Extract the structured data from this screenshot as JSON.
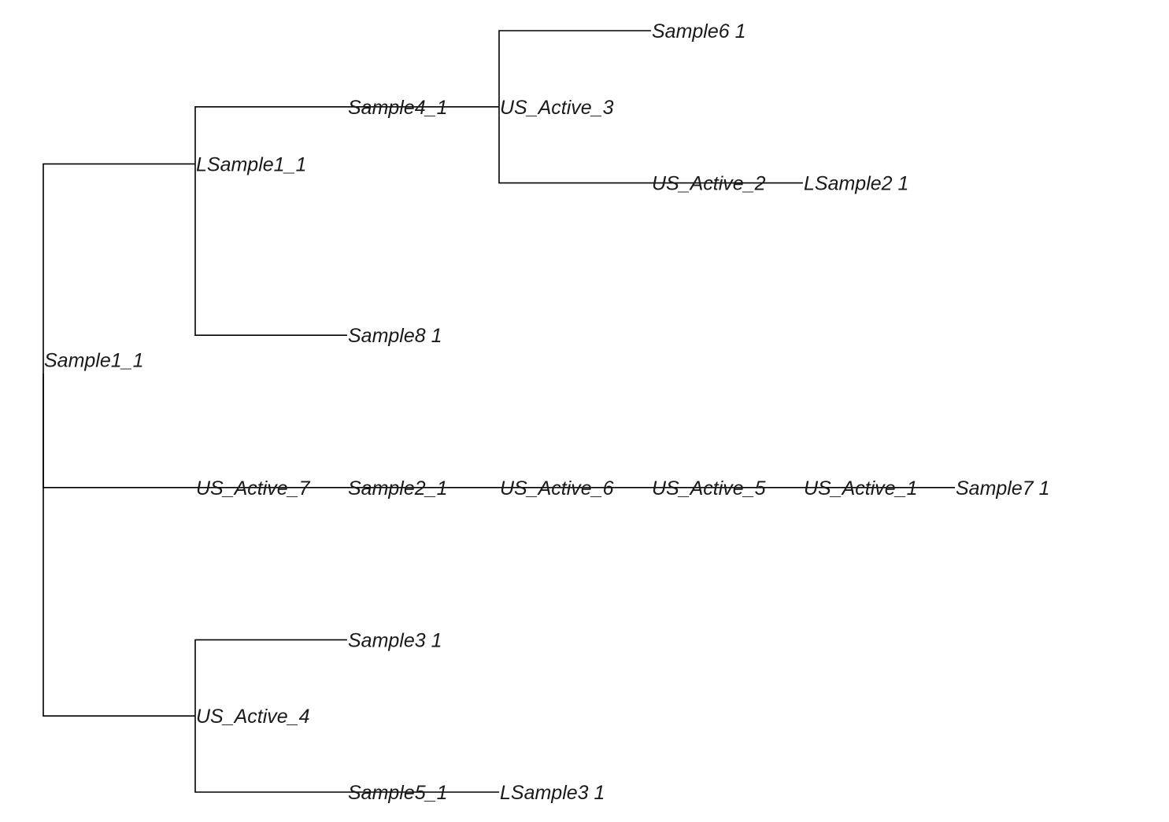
{
  "colors": {
    "line": "#000000",
    "text": "#1a1a1a",
    "background": "#ffffff"
  },
  "tree": {
    "nodes": [
      {
        "id": "n0",
        "label": "Sample1_1",
        "depth": 0,
        "leaf_pos": 4.5,
        "parent": null
      },
      {
        "id": "n1",
        "label": "LSample1_1",
        "depth": 1,
        "leaf_pos": 1.75,
        "parent": "n0"
      },
      {
        "id": "n2",
        "label": "Sample4_1",
        "depth": 2,
        "leaf_pos": 1.0,
        "parent": "n1"
      },
      {
        "id": "n3",
        "label": "US_Active_3",
        "depth": 3,
        "leaf_pos": 1.0,
        "parent": "n2"
      },
      {
        "id": "n4",
        "label": "Sample6 1",
        "depth": 4,
        "leaf_pos": 0.0,
        "parent": "n3"
      },
      {
        "id": "n5",
        "label": "US_Active_2",
        "depth": 4,
        "leaf_pos": 2.0,
        "parent": "n3"
      },
      {
        "id": "n6",
        "label": "LSample2 1",
        "depth": 5,
        "leaf_pos": 2.0,
        "parent": "n5"
      },
      {
        "id": "n7",
        "label": "Sample8 1",
        "depth": 2,
        "leaf_pos": 4.0,
        "parent": "n1"
      },
      {
        "id": "n8",
        "label": "US_Active_7",
        "depth": 1,
        "leaf_pos": 6.0,
        "parent": "n0"
      },
      {
        "id": "n9",
        "label": "Sample2_1",
        "depth": 2,
        "leaf_pos": 6.0,
        "parent": "n8"
      },
      {
        "id": "n10",
        "label": "US_Active_6",
        "depth": 3,
        "leaf_pos": 6.0,
        "parent": "n9"
      },
      {
        "id": "n11",
        "label": "US_Active_5",
        "depth": 4,
        "leaf_pos": 6.0,
        "parent": "n10"
      },
      {
        "id": "n12",
        "label": "US_Active_1",
        "depth": 5,
        "leaf_pos": 6.0,
        "parent": "n11"
      },
      {
        "id": "n13",
        "label": "Sample7 1",
        "depth": 6,
        "leaf_pos": 6.0,
        "parent": "n12"
      },
      {
        "id": "n14",
        "label": "US_Active_4",
        "depth": 1,
        "leaf_pos": 9.0,
        "parent": "n0"
      },
      {
        "id": "n15",
        "label": "Sample3 1",
        "depth": 2,
        "leaf_pos": 8.0,
        "parent": "n14"
      },
      {
        "id": "n16",
        "label": "Sample5_1",
        "depth": 2,
        "leaf_pos": 10.0,
        "parent": "n14"
      },
      {
        "id": "n17",
        "label": "LSample3 1",
        "depth": 3,
        "leaf_pos": 10.0,
        "parent": "n16"
      }
    ]
  }
}
